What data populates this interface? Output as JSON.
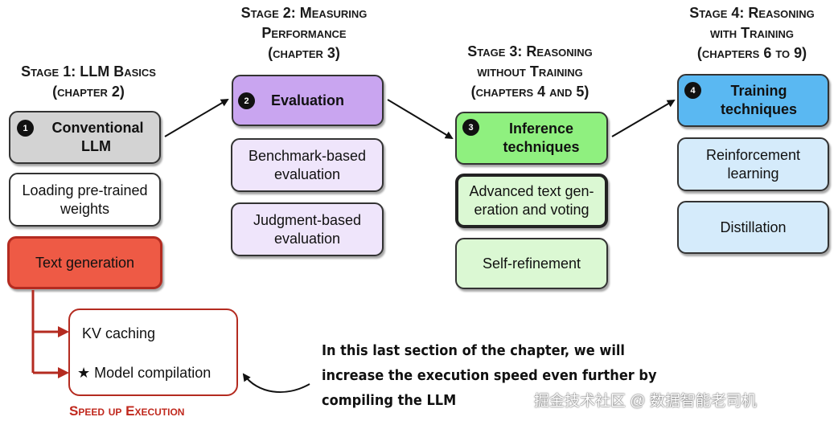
{
  "stage1": {
    "title_line1": "Stage 1: LLM Basics",
    "title_line2": "(chapter 2)",
    "head_number": "1",
    "head_label": "Conventional LLM",
    "sub1": "Loading pre-trained weights",
    "sub2": "Text generation"
  },
  "stage2": {
    "title_line1": "Stage 2: Measuring",
    "title_line2": "Performance",
    "title_line3": "(chapter 3)",
    "head_number": "2",
    "head_label": "Evaluation",
    "sub1": "Benchmark-based evaluation",
    "sub2": "Judgment-based evaluation"
  },
  "stage3": {
    "title_line1": "Stage 3: Reasoning",
    "title_line2": "without Training",
    "title_line3": "(chapters 4 and 5)",
    "head_number": "3",
    "head_label": "Inference techniques",
    "sub1": "Advanced text gen-eration and voting",
    "sub2": "Self-refinement"
  },
  "stage4": {
    "title_line1": "Stage 4: Reasoning",
    "title_line2": "with Training",
    "title_line3": "(chapters 6 to 9)",
    "head_number": "4",
    "head_label": "Training techniques",
    "sub1": "Reinforcement learning",
    "sub2": "Distillation"
  },
  "speedup": {
    "item1": "KV caching",
    "item2": "★ Model compilation",
    "label": "Speed up Execution"
  },
  "note": {
    "line1": "In this last section of the chapter, we will",
    "line2": "increase the execution speed even further by",
    "line3": "compiling the LLM"
  },
  "watermark": "掘金技术社区 @ 数据智能老司机",
  "colors": {
    "stage1_head": "#d3d3d3",
    "text_generation": "#ee5a45",
    "stage2_head": "#c9a5f0",
    "stage3_head": "#8ff07f",
    "stage4_head": "#5ab8f2",
    "speedup_red": "#b42b20"
  }
}
